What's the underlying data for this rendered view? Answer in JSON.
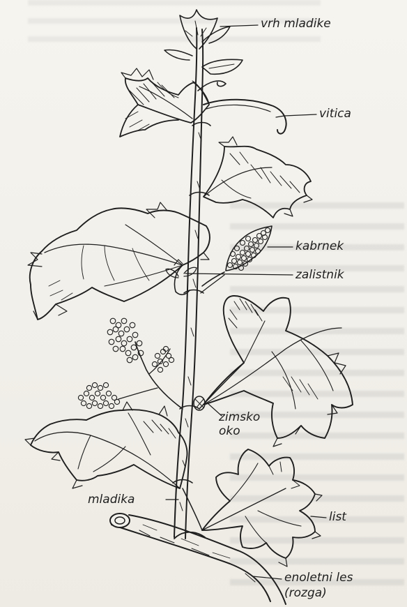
{
  "labels": {
    "vrh_mladike": "vrh mladike",
    "vitica": "vitica",
    "kabrnek": "kabrnek",
    "zalistnik": "zalistnik",
    "zimsko_oko": "zimsko oko",
    "mladika": "mladika",
    "list": "list",
    "enoletni_les": "enoletni les",
    "rozga": "(rozga)"
  },
  "colors": {
    "ink": "#1e1e1e",
    "paper": "#f3f1ec"
  }
}
